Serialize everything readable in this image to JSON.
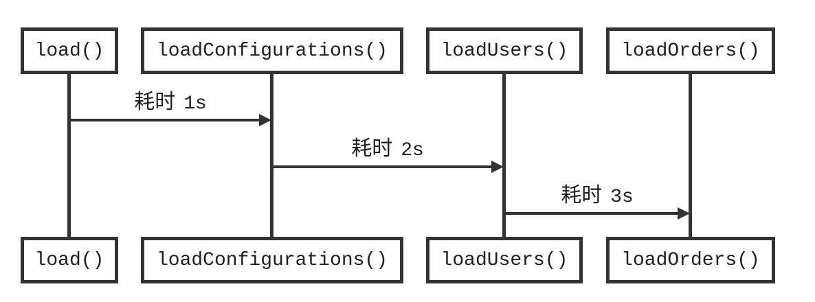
{
  "diagram": {
    "type": "sequence-diagram",
    "colors": {
      "line": "#333333",
      "text": "#1f1f1f",
      "background": "#ffffff"
    },
    "participants": [
      {
        "name": "load()"
      },
      {
        "name": "loadConfigurations()"
      },
      {
        "name": "loadUsers()"
      },
      {
        "name": "loadOrders()"
      }
    ],
    "messages": [
      {
        "from": "load()",
        "to": "loadConfigurations()",
        "label": "耗时 1s",
        "term": "耗时",
        "value": "1s"
      },
      {
        "from": "loadConfigurations()",
        "to": "loadUsers()",
        "label": "耗时 2s",
        "term": "耗时",
        "value": "2s"
      },
      {
        "from": "loadUsers()",
        "to": "loadOrders()",
        "label": "耗时 3s",
        "term": "耗时",
        "value": "3s"
      }
    ]
  }
}
